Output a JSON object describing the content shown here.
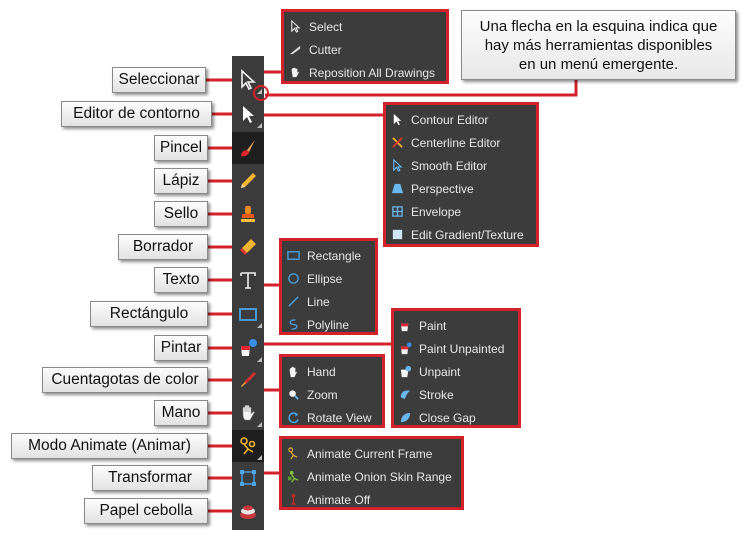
{
  "note": {
    "lines": [
      "Una flecha en la esquina indica que",
      "hay más herramientas disponibles",
      "en un menú emergente."
    ]
  },
  "labels": [
    {
      "key": "select",
      "text": "Seleccionar"
    },
    {
      "key": "contour",
      "text": "Editor de contorno"
    },
    {
      "key": "brush",
      "text": "Pincel"
    },
    {
      "key": "pencil",
      "text": "Lápiz"
    },
    {
      "key": "stamp",
      "text": "Sello"
    },
    {
      "key": "eraser",
      "text": "Borrador"
    },
    {
      "key": "text",
      "text": "Texto"
    },
    {
      "key": "rectangle",
      "text": "Rectángulo"
    },
    {
      "key": "paint",
      "text": "Pintar"
    },
    {
      "key": "dropper",
      "text": "Cuentagotas de color"
    },
    {
      "key": "hand",
      "text": "Mano"
    },
    {
      "key": "animate",
      "text": "Modo Animate (Animar)"
    },
    {
      "key": "transform",
      "text": "Transformar"
    },
    {
      "key": "onion",
      "text": "Papel cebolla"
    }
  ],
  "menus": {
    "select": [
      {
        "label": "Select",
        "icon": "arrow-icon"
      },
      {
        "label": "Cutter",
        "icon": "cutter-icon"
      },
      {
        "label": "Reposition All Drawings",
        "icon": "reposition-icon"
      }
    ],
    "contour": [
      {
        "label": "Contour Editor",
        "icon": "contour-arrow-icon"
      },
      {
        "label": "Centerline Editor",
        "icon": "centerline-icon"
      },
      {
        "label": "Smooth Editor",
        "icon": "smooth-icon"
      },
      {
        "label": "Perspective",
        "icon": "perspective-icon"
      },
      {
        "label": "Envelope",
        "icon": "envelope-icon"
      },
      {
        "label": "Edit Gradient/Texture",
        "icon": "gradient-icon"
      }
    ],
    "rectangle": [
      {
        "label": "Rectangle",
        "icon": "rectangle-icon"
      },
      {
        "label": "Ellipse",
        "icon": "ellipse-icon"
      },
      {
        "label": "Line",
        "icon": "line-icon"
      },
      {
        "label": "Polyline",
        "icon": "polyline-icon"
      }
    ],
    "paint": [
      {
        "label": "Paint",
        "icon": "paint-icon"
      },
      {
        "label": "Paint Unpainted",
        "icon": "paint-unpainted-icon"
      },
      {
        "label": "Unpaint",
        "icon": "unpaint-icon"
      },
      {
        "label": "Stroke",
        "icon": "stroke-icon"
      },
      {
        "label": "Close Gap",
        "icon": "close-gap-icon"
      }
    ],
    "hand": [
      {
        "label": "Hand",
        "icon": "hand-icon"
      },
      {
        "label": "Zoom",
        "icon": "zoom-icon"
      },
      {
        "label": "Rotate View",
        "icon": "rotate-view-icon"
      }
    ],
    "animate": [
      {
        "label": "Animate Current Frame",
        "icon": "animate-frame-icon"
      },
      {
        "label": "Animate Onion Skin Range",
        "icon": "animate-onion-icon"
      },
      {
        "label": "Animate Off",
        "icon": "animate-off-icon"
      }
    ]
  },
  "colors": {
    "accent": "#d3222a",
    "toolbar": "#3b3b3b",
    "menu": "#3c3c3c",
    "text": "#e8e8e8"
  }
}
